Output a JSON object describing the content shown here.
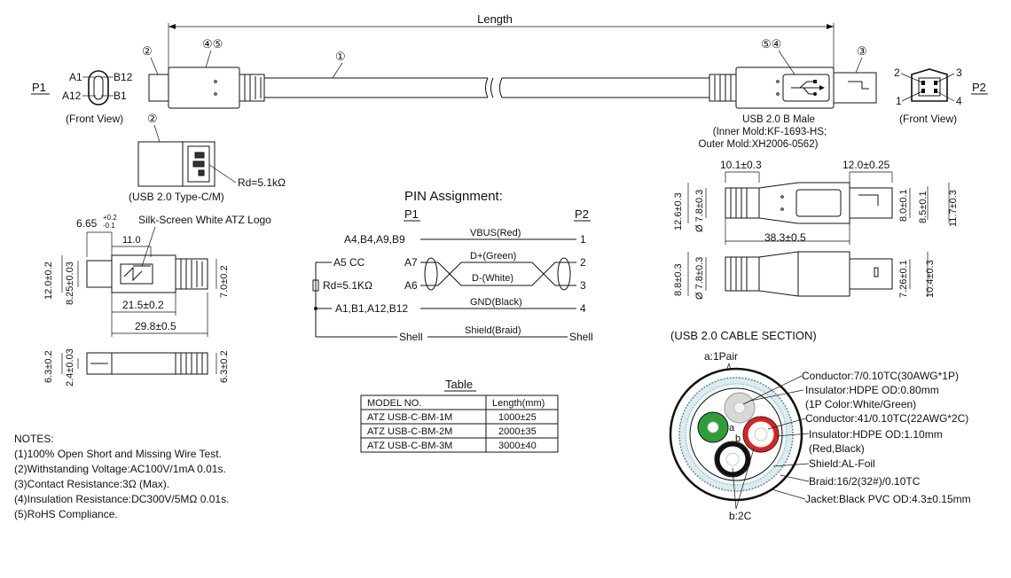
{
  "top": {
    "length_label": "Length",
    "p1_label": "P1",
    "p2_label": "P2",
    "callout_2": "②",
    "callout_45": "④⑤",
    "callout_1": "①",
    "callout_54": "⑤④",
    "callout_3": "③",
    "pin_a1": "A1",
    "pin_a12": "A12",
    "pin_b12": "B12",
    "pin_b1": "B1",
    "front_view_left": "(Front View)",
    "front_view_right": "(Front View)",
    "p2_pin_1": "1",
    "p2_pin_2": "2",
    "p2_pin_3": "3",
    "p2_pin_4": "4",
    "usb_b_title": "USB 2.0 B Male",
    "usb_b_inner": "(Inner Mold:KF-1693-HS;",
    "usb_b_outer": "Outer Mold:XH2006-0562)"
  },
  "typec": {
    "callout": "②",
    "rd_label": "Rd=5.1kΩ",
    "caption": "(USB 2.0 Type-C/M)"
  },
  "left_dims": {
    "d_665": "6.65",
    "d_665_tol_up": "+0.2",
    "d_665_tol_dn": "-0.1",
    "silk_label": "Silk-Screen White ATZ Logo",
    "d_110": "11.0",
    "d_120": "12.0±0.2",
    "d_825": "8.25±0.03",
    "d_70": "7.0±0.2",
    "d_215": "21.5±0.2",
    "d_298": "29.8±0.5",
    "d_63a": "6.3±0.2",
    "d_24": "2.4±0.03",
    "d_63b": "6.3±0.2"
  },
  "pin": {
    "title": "PIN Assignment:",
    "p1": "P1",
    "p2": "P2",
    "row_vbus_left": "A4,B4,A9,B9",
    "row_vbus_wire": "VBUS(Red)",
    "row_vbus_right": "1",
    "row_dp_left": "A7",
    "row_dp_wire": "D+(Green)",
    "row_dp_right": "2",
    "row_dm_left": "A6",
    "row_dm_wire": "D-(White)",
    "row_dm_right": "3",
    "row_gnd_left": "A1,B1,A12,B12",
    "row_gnd_wire": "GND(Black)",
    "row_gnd_right": "4",
    "row_shell_left": "Shell",
    "row_shell_wire": "Shield(Braid)",
    "row_shell_right": "Shell",
    "a5_label": "A5  CC",
    "rd_label": "Rd=5.1KΩ"
  },
  "right_dims": {
    "d_101": "10.1±0.3",
    "d_120": "12.0±0.25",
    "d_126": "12.6±0.3",
    "d_78a": "Ø 7.8±0.3",
    "d_80": "8.0±0.1",
    "d_85": "8.5±0.1",
    "d_117": "11.7±0.3",
    "d_383": "38.3±0.5",
    "d_88": "8.8±0.3",
    "d_78b": "Ø 7.8±0.3",
    "d_726": "7.26±0.1",
    "d_104": "10.4±0.3"
  },
  "table": {
    "title": "Table",
    "headers": [
      "MODEL NO.",
      "Length(mm)"
    ],
    "rows": [
      [
        "ATZ USB-C-BM-1M",
        "1000±25"
      ],
      [
        "ATZ USB-C-BM-2M",
        "2000±35"
      ],
      [
        "ATZ USB-C-BM-3M",
        "3000±40"
      ]
    ]
  },
  "section": {
    "title": "(USB 2.0 CABLE SECTION)",
    "a_label": "a:1Pair",
    "b_label": "b:2C",
    "a_small": "a",
    "b_small": "b",
    "callouts": [
      "Conductor:7/0.10TC(30AWG*1P)",
      "Insulator:HDPE OD:0.80mm",
      "(1P Color:White/Green)",
      "Conductor:41/0.10TC(22AWG*2C)",
      "Insulator:HDPE OD:1.10mm",
      "(Red,Black)",
      "Shield:AL-Foil",
      "Braid:16/2(32#)/0.10TC",
      "Jacket:Black PVC OD:4.3±0.15mm"
    ],
    "colors": {
      "green": "#2e9e3a",
      "red": "#e02020",
      "black": "#111111",
      "white": "#d8d8d8"
    }
  },
  "notes": {
    "title": "NOTES:",
    "items": [
      "(1)100% Open Short and Missing Wire Test.",
      "(2)Withstanding Voltage:AC100V/1mA 0.01s.",
      "(3)Contact Resistance:3Ω (Max).",
      "(4)Insulation Resistance:DC300V/5MΩ 0.01s.",
      "(5)RoHS Compliance."
    ]
  }
}
